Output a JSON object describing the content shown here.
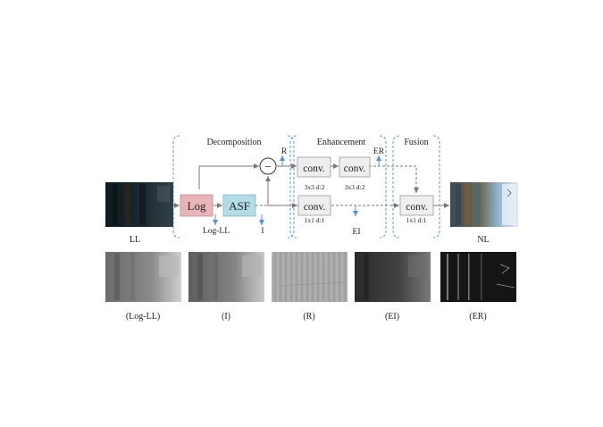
{
  "stages": {
    "decomposition": "Decomposition",
    "enhancement": "Enhancement",
    "fusion": "Fusion"
  },
  "blocks": {
    "log": "Log",
    "asf": "ASF",
    "subtract": "−",
    "conv_a": "conv.",
    "conv_b": "conv.",
    "conv_c": "conv.",
    "conv_fuse": "conv."
  },
  "kernel_labels": {
    "conv_a": "3x3 d:2",
    "conv_b": "3x3 d:2",
    "conv_c": "1x1 d:1",
    "conv_fuse": "1x1 d:1"
  },
  "signals": {
    "ll": "LL",
    "log_ll": "Log-LL",
    "i": "I",
    "r": "R",
    "ei": "EI",
    "er": "ER",
    "nl": "NL"
  },
  "captions": [
    "(Log-LL)",
    "(I)",
    "(R)",
    "(EI)",
    "(ER)"
  ],
  "colors": {
    "log_fill": "#e8b4b8",
    "asf_fill": "#b3dde6",
    "conv_fill": "#eeeeee",
    "brace": "#6aa0d8",
    "arrow": "#7a7a7a",
    "blue_arrow": "#5b8fd6"
  }
}
